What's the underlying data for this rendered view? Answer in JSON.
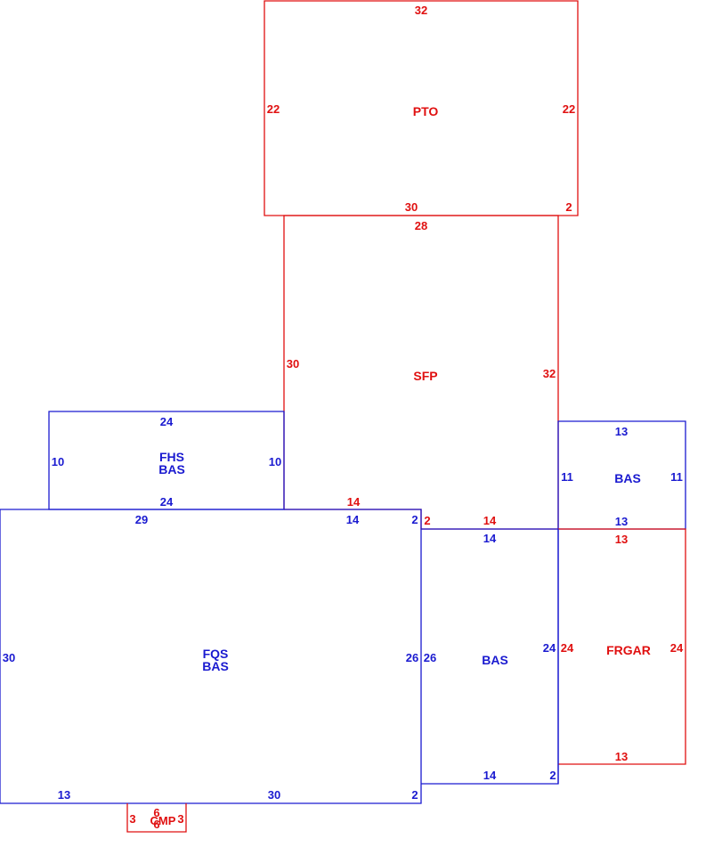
{
  "colors": {
    "red": "#e01010",
    "blue": "#1a1ad0"
  },
  "areas": [
    {
      "id": "pto",
      "color": "red",
      "labels": [
        "PTO"
      ],
      "dims": [
        "32",
        "22",
        "22",
        "30",
        "2"
      ]
    },
    {
      "id": "sfp",
      "color": "red",
      "labels": [
        "SFP"
      ],
      "dims": [
        "28",
        "30",
        "32",
        "14",
        "2",
        "14"
      ]
    },
    {
      "id": "fhs",
      "color": "blue",
      "labels": [
        "FHS",
        "BAS"
      ],
      "dims": [
        "24",
        "10",
        "10",
        "24"
      ]
    },
    {
      "id": "bas-right-top",
      "color": "blue",
      "labels": [
        "BAS"
      ],
      "dims": [
        "13",
        "11",
        "11",
        "13"
      ]
    },
    {
      "id": "fqs",
      "color": "blue",
      "labels": [
        "FQS",
        "BAS"
      ],
      "dims": [
        "29",
        "14",
        "2",
        "30",
        "26",
        "13",
        "30",
        "2"
      ]
    },
    {
      "id": "bas-middle",
      "color": "blue",
      "labels": [
        "BAS"
      ],
      "dims": [
        "14",
        "26",
        "24",
        "14",
        "2"
      ]
    },
    {
      "id": "frgar",
      "color": "red",
      "labels": [
        "FRGAR"
      ],
      "dims": [
        "13",
        "24",
        "24",
        "13"
      ]
    },
    {
      "id": "cmp",
      "color": "red",
      "labels": [
        "CMP"
      ],
      "dims": [
        "3",
        "6",
        "3",
        "6"
      ]
    }
  ]
}
